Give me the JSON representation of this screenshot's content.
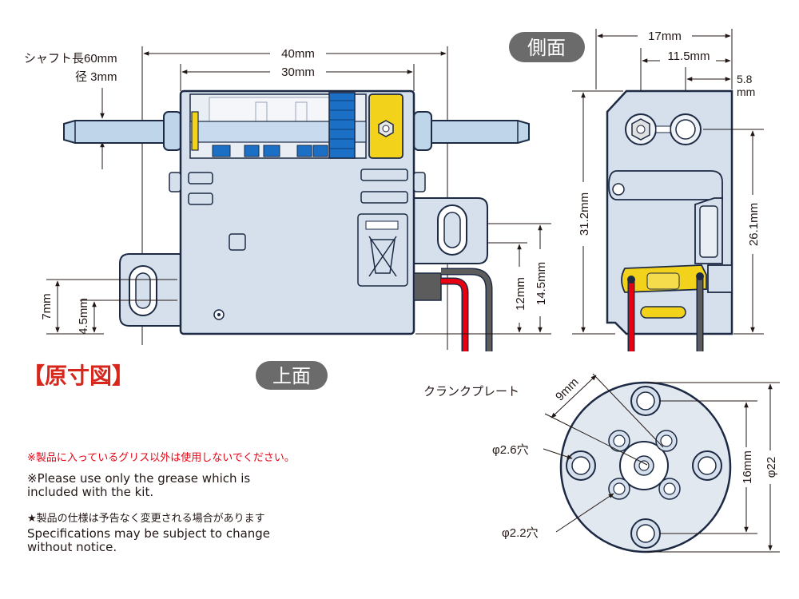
{
  "colors": {
    "body_fill": "#d5e0ec",
    "body_stroke": "#1d2a44",
    "blue_gear": "#1b6fc5",
    "yellow_part": "#f3d21b",
    "shaft": "#bfd6ea",
    "wire_red": "#e60012",
    "wire_gray": "#5c5c5c",
    "badge_bg": "#6b6b6b",
    "title_red": "#d7261b"
  },
  "top_view": {
    "badge": "上面",
    "shaft_length_label": "シャフト長60mm",
    "shaft_dia_label": "径 3mm",
    "dim_width_40": "40mm",
    "dim_width_30": "30mm",
    "dim_7": "7mm",
    "dim_4_5": "4.5mm",
    "dim_12": "12mm",
    "dim_14_5": "14.5mm"
  },
  "side_view": {
    "badge": "側面",
    "dim_17": "17mm",
    "dim_11_5": "11.5mm",
    "dim_5_8_a": "5.8",
    "dim_5_8_b": "mm",
    "dim_31_2": "31.2mm",
    "dim_26_1": "26.1mm"
  },
  "crank_plate": {
    "title": "クランクプレート",
    "dim_9": "9mm",
    "hole_2_6": "φ2.6穴",
    "hole_2_2": "φ2.2穴",
    "dim_16": "16mm",
    "dim_22": "φ22"
  },
  "heading": {
    "title": "【原寸図】"
  },
  "notes": {
    "grease_jp": "※製品に入っているグリス以外は使用しないでください。",
    "grease_en_1": "※Please use only the grease which is",
    "grease_en_2": "included with the kit.",
    "spec_jp": "★製品の仕様は予告なく変更される場合があります",
    "spec_en_1": "Specifications may be subject to change",
    "spec_en_2": "without notice."
  }
}
